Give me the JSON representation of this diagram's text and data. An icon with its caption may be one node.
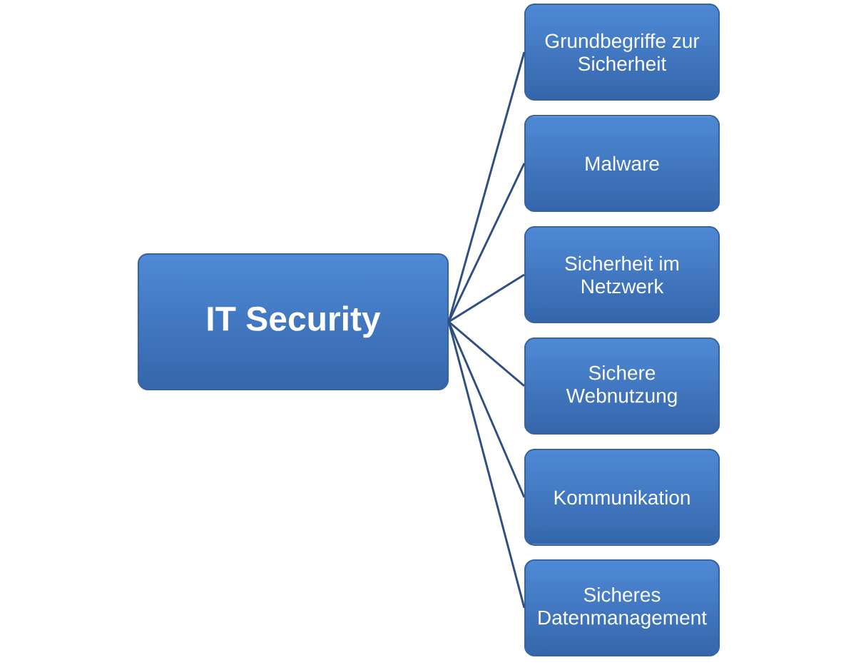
{
  "diagram": {
    "nodes": [
      {
        "text": [
          "IT Security"
        ]
      },
      {
        "text": [
          "Grundbegriffe zur Sicherheit"
        ]
      },
      {
        "text": [
          "Malware"
        ]
      },
      {
        "text": [
          "Sicherheit im Netzwerk"
        ]
      },
      {
        "text": [
          "Sichere Webnutzung"
        ]
      },
      {
        "text": [
          "Kommunikation"
        ]
      },
      {
        "text": [
          "Sicheres Datenmanagement"
        ]
      }
    ],
    "edges": [
      {
        "from": 0,
        "to": 1,
        "arrow": "none"
      },
      {
        "from": 0,
        "to": 2,
        "arrow": "none"
      },
      {
        "from": 0,
        "to": 3,
        "arrow": "none"
      },
      {
        "from": 0,
        "to": 4,
        "arrow": "none"
      },
      {
        "from": 0,
        "to": 5,
        "arrow": "none"
      },
      {
        "from": 0,
        "to": 6,
        "arrow": "none"
      }
    ]
  }
}
